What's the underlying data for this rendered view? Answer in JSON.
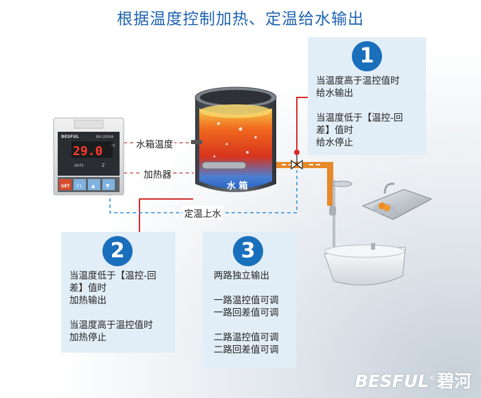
{
  "title": "根据温度控制加热、定温给水输出",
  "labels": {
    "tank_temp": "水箱温度",
    "heater": "加热器",
    "refill": "定温上水",
    "tank": "水 箱"
  },
  "controller": {
    "brand": "BESFUL",
    "model": "BH-2000A",
    "display": "29.0",
    "unit": "°C",
    "out1": "OUT1",
    "out2": "2",
    "keys": [
      "SET",
      "F1",
      "▲",
      "▼"
    ]
  },
  "panels": [
    {
      "number": "1",
      "lines": [
        "当温度高于温控值时",
        "给水输出",
        "",
        "当温度低于【温控-回",
        "差】值时",
        "给水停止"
      ]
    },
    {
      "number": "2",
      "lines": [
        "当温度低于【温控-回",
        "差】值时",
        "加热输出",
        "",
        "当温度高于温控值时",
        "加热停止"
      ]
    },
    {
      "number": "3",
      "lines": [
        "两路独立输出",
        "",
        "一路温控值可调",
        "一路回差值可调",
        "",
        "二路温控值可调",
        "二路回差值可调"
      ]
    }
  ],
  "logo": {
    "brand": "BESFUL",
    "cn": "碧河",
    "mark": "®"
  },
  "colors": {
    "title": "#1f63b1",
    "circle": "#1a6fbc",
    "panel": "#e2eef7",
    "red_line": "#d82a2a",
    "blue_line": "#2f8fd8",
    "pipe": "#e7882a"
  }
}
